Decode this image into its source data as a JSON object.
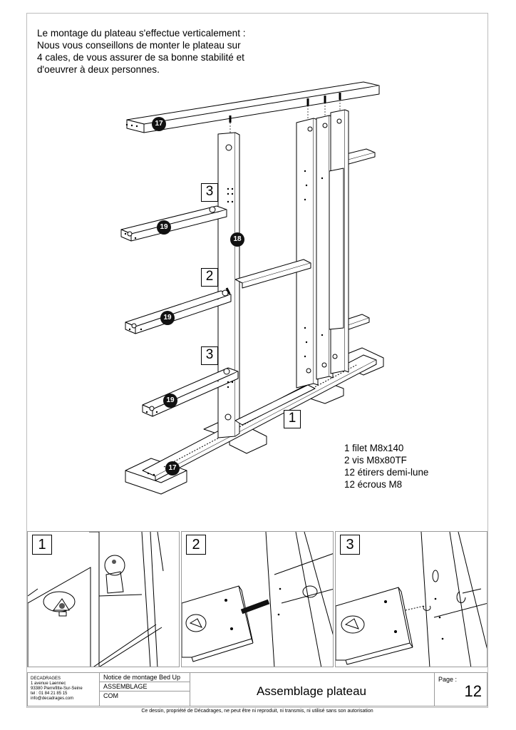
{
  "intro": {
    "lines": [
      "Le montage du plateau s'effectue verticalement :",
      "Nous vous conseillons de monter le plateau sur",
      "4 cales, de vous assurer de sa bonne stabilité et",
      "d'oeuvrer à deux personnes."
    ]
  },
  "callouts": {
    "c3a": "3",
    "c2": "2",
    "c3b": "3",
    "c1": "1"
  },
  "part_badges": {
    "b17_top": "17",
    "b19_a": "19",
    "b18": "18",
    "b19_b": "19",
    "b19_c": "19",
    "b17_bottom": "17"
  },
  "hardware": [
    "1 filet M8x140",
    "2 vis M8x80TF",
    "12 étirers demi-lune",
    "12 écrous M8"
  ],
  "detail_panels": [
    {
      "number": "1"
    },
    {
      "number": "2"
    },
    {
      "number": "3"
    }
  ],
  "titleblock": {
    "company": [
      "DECADRAGES",
      "1 avenue Laennec",
      "93380 Pierrefitte-Sur-Seine",
      "tel : 01 84 21 85 15",
      "info@decadrages.com"
    ],
    "rows": [
      "Notice de montage Bed Up",
      "ASSEMBLAGE",
      "COM"
    ],
    "title": "Assemblage plateau",
    "page_label": "Page :",
    "page_number": "12"
  },
  "disclaimer": "Ce dessin, propriété de Décadrages, ne peut être ni reproduit, ni transmis, ni utilisé sans son autorisation",
  "colors": {
    "line": "#000000",
    "frame": "#bdbdbd",
    "badge": "#111111",
    "bolt": "#111111"
  }
}
